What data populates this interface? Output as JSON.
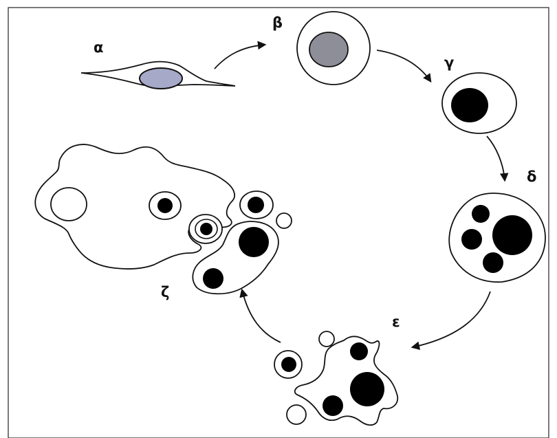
{
  "diagram": {
    "stages": {
      "a": "α",
      "b": "β",
      "c": "γ",
      "d": "δ",
      "e": "ε",
      "f": "ζ"
    },
    "colors": {
      "stroke": "#111111",
      "nucleus_dark": "#000000",
      "nucleus_gray_a": "#a6a9c8",
      "nucleus_gray_b": "#8e8e98",
      "cytoplasm": "#ffffff"
    }
  }
}
